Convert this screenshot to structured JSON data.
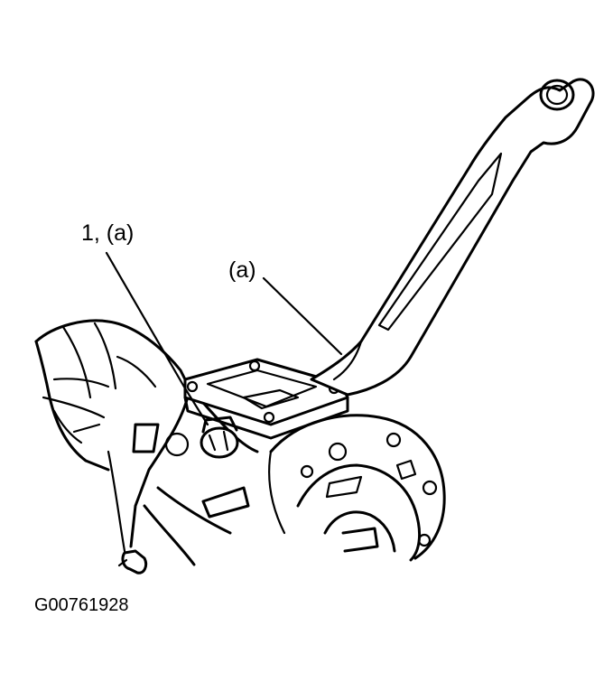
{
  "callouts": {
    "left_label": "1, (a)",
    "right_label": "(a)"
  },
  "figure_id": "G00761928",
  "icons": {
    "wrench": "ring-wrench-icon",
    "bolt": "hex-bolt-icon",
    "housing": "transmission-housing-icon"
  },
  "colors": {
    "ink": "#000000",
    "paper": "#ffffff"
  }
}
